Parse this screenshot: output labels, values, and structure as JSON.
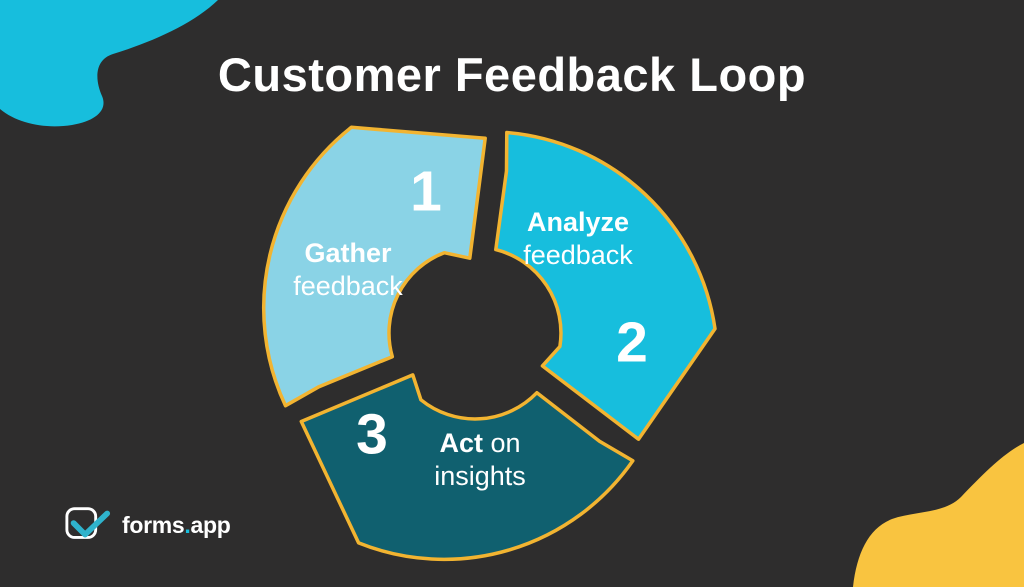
{
  "title": "Customer Feedback Loop",
  "colors": {
    "background": "#2e2d2d",
    "outline": "#f2b431",
    "text": "#ffffff",
    "cyan_blob": "#17bedd",
    "yellow_blob": "#f9c440",
    "logo_check": "#2fb3cc",
    "logo_dot": "#17bedd"
  },
  "diagram": {
    "steps": [
      {
        "number": "1",
        "line1_bold": "Gather",
        "line1_rest": "",
        "line2": "feedback",
        "color": "#8ad3e6"
      },
      {
        "number": "2",
        "line1_bold": "Analyze",
        "line1_rest": "",
        "line2": "feedback",
        "color": "#17bedd"
      },
      {
        "number": "3",
        "line1_bold": "Act",
        "line1_rest": " on",
        "line2": "insights",
        "color": "#10606f"
      }
    ]
  },
  "footer": {
    "logo": {
      "part1": "forms",
      "dot": ".",
      "part2": "app"
    }
  }
}
